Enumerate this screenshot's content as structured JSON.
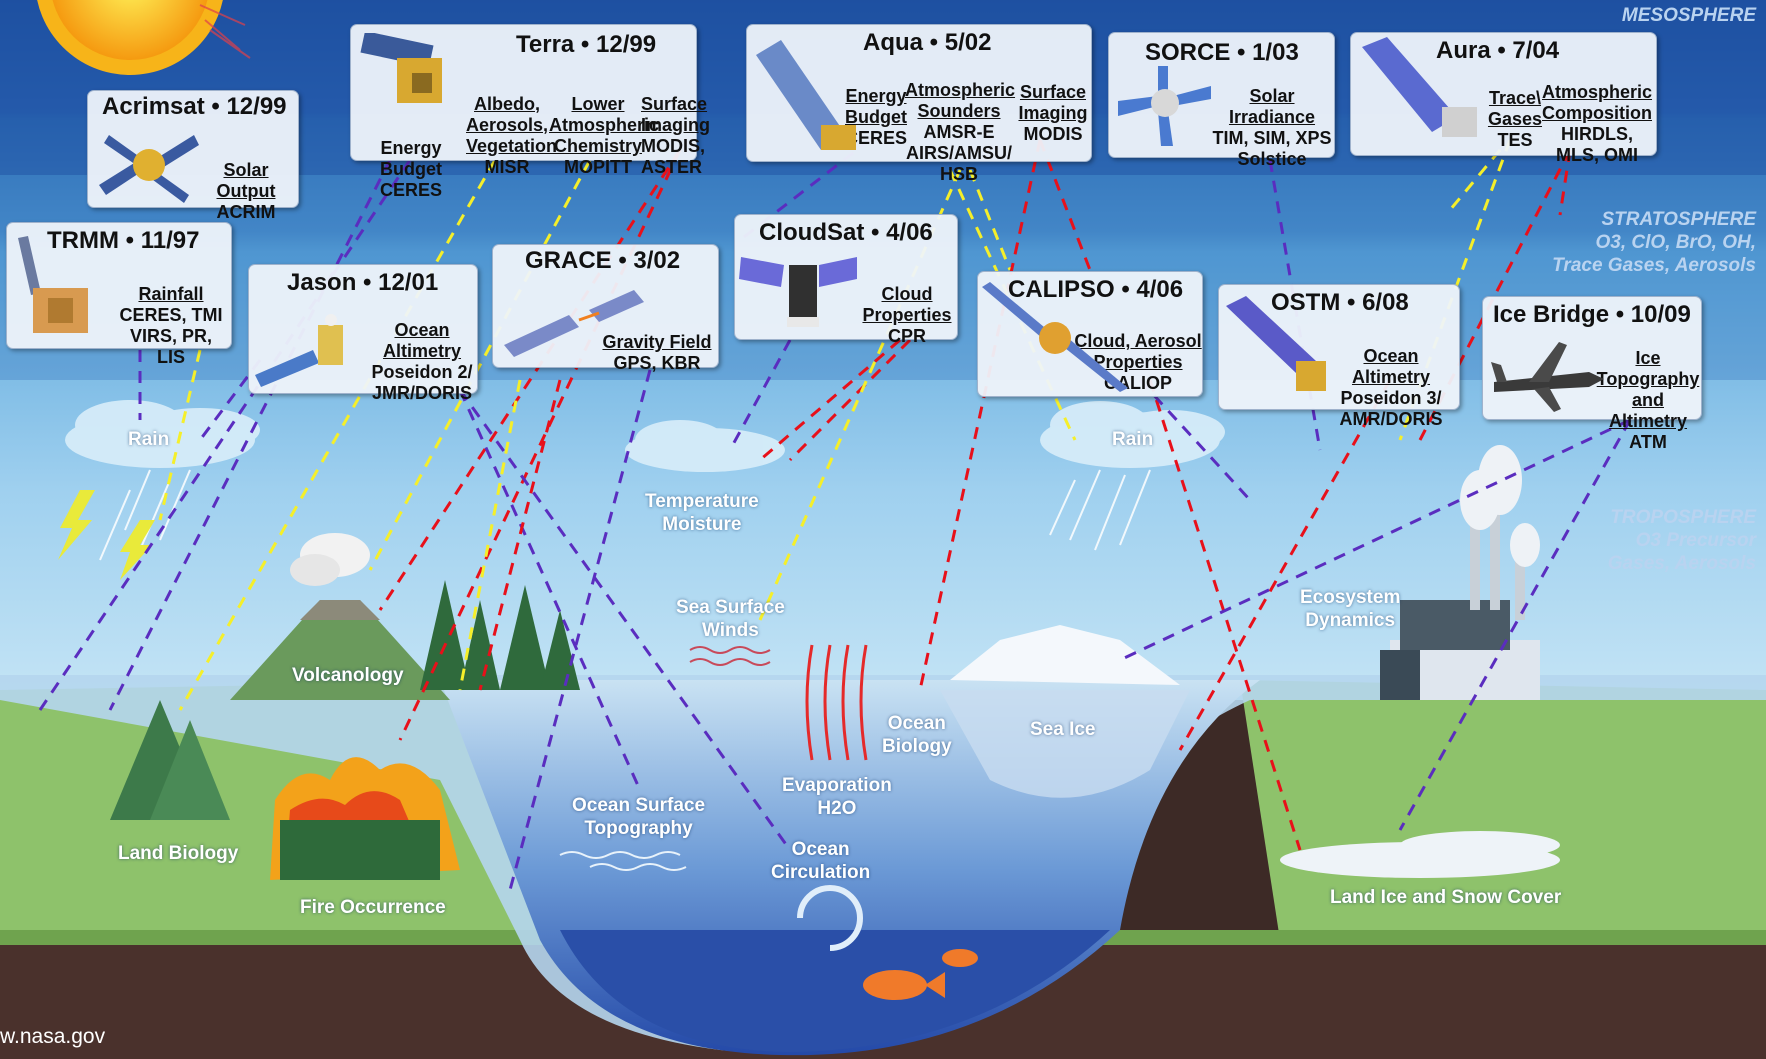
{
  "credit": "w.nasa.gov",
  "atmosphere": {
    "mesosphere": "MESOSPHERE",
    "stratosphere": "STRATOSPHERE\nO3, ClO, BrO, OH,\nTrace Gases, Aerosols",
    "troposphere": "TROPOSPHERE\nO3 Precursor\nGases, Aerosols"
  },
  "satellites": {
    "terra": {
      "title": "Terra • 12/99",
      "c1": {
        "u": "",
        "t": "Energy Budget\nCERES"
      },
      "c2": {
        "u": "Albedo,\nAerosols,\nVegetation",
        "t": "MISR"
      },
      "c3": {
        "u": "Lower\nAtmospheric\nChemistry",
        "t": "MOPITT"
      },
      "c4": {
        "u": "Surface\nImaging",
        "t": "MODIS,\nASTER"
      }
    },
    "acrimsat": {
      "title": "Acrimsat • 12/99",
      "c1": {
        "u": "Solar Output",
        "t": "ACRIM"
      }
    },
    "aqua": {
      "title": "Aqua • 5/02",
      "c1": {
        "u": "Energy\nBudget",
        "t": "CERES"
      },
      "c2": {
        "u": "Atmospheric\nSounders",
        "t": "AMSR-E\nAIRS/AMSU/\nHSB"
      },
      "c3": {
        "u": "Surface\nImaging",
        "t": "MODIS"
      }
    },
    "sorce": {
      "title": "SORCE • 1/03",
      "c1": {
        "u": "Solar\nIrradiance",
        "t": "TIM, SIM, XPS\nSolstice"
      }
    },
    "aura": {
      "title": "Aura • 7/04",
      "c1": {
        "u": "Trace\\\nGases",
        "t": "TES"
      },
      "c2": {
        "u": "Atmospheric\nComposition",
        "t": "HIRDLS,\nMLS, OMI"
      }
    },
    "trmm": {
      "title": "TRMM • 11/97",
      "c1": {
        "u": "Rainfall",
        "t": "CERES, TMI\nVIRS, PR, LIS"
      }
    },
    "jason": {
      "title": "Jason • 12/01",
      "c1": {
        "u": "Ocean\nAltimetry",
        "t": "Poseidon 2/\nJMR/DORIS"
      }
    },
    "grace": {
      "title": "GRACE • 3/02",
      "c1": {
        "u": "Gravity Field",
        "t": "GPS, KBR"
      }
    },
    "cloudsat": {
      "title": "CloudSat • 4/06",
      "c1": {
        "u": "Cloud\nProperties",
        "t": "CPR"
      }
    },
    "calipso": {
      "title": "CALIPSO • 4/06",
      "c1": {
        "u": "Cloud, Aerosol\nProperties",
        "t": "CALIOP"
      }
    },
    "ostm": {
      "title": "OSTM • 6/08",
      "c1": {
        "u": "Ocean Altimetry",
        "t": "Poseidon 3/\nAMR/DORIS"
      }
    },
    "icebridge": {
      "title": "Ice Bridge • 10/09",
      "c1": {
        "u": "Ice\nTopography\nand Altimetry",
        "t": "ATM"
      }
    }
  },
  "features": {
    "rain_left": "Rain",
    "rain_right": "Rain",
    "temperature": "Temperature\nMoisture",
    "sea_surface_winds": "Sea Surface\nWinds",
    "ecosystem": "Ecosystem\nDynamics",
    "volcanology": "Volcanology",
    "land_biology": "Land Biology",
    "fire": "Fire Occurrence",
    "ocean_surface_topography": "Ocean Surface\nTopography",
    "ocean_circulation": "Ocean\nCirculation",
    "evaporation": "Evaporation\nH2O",
    "ocean_biology": "Ocean\nBiology",
    "sea_ice": "Sea Ice",
    "land_ice": "Land Ice and Snow Cover"
  },
  "colors": {
    "purple": "#5a2dbf",
    "yellow": "#f5ef2a",
    "red": "#e8101a",
    "sky_top": "#1f56a8",
    "ocean": "#2e62b4",
    "land": "#8ec26b",
    "soil": "#4a312c"
  }
}
